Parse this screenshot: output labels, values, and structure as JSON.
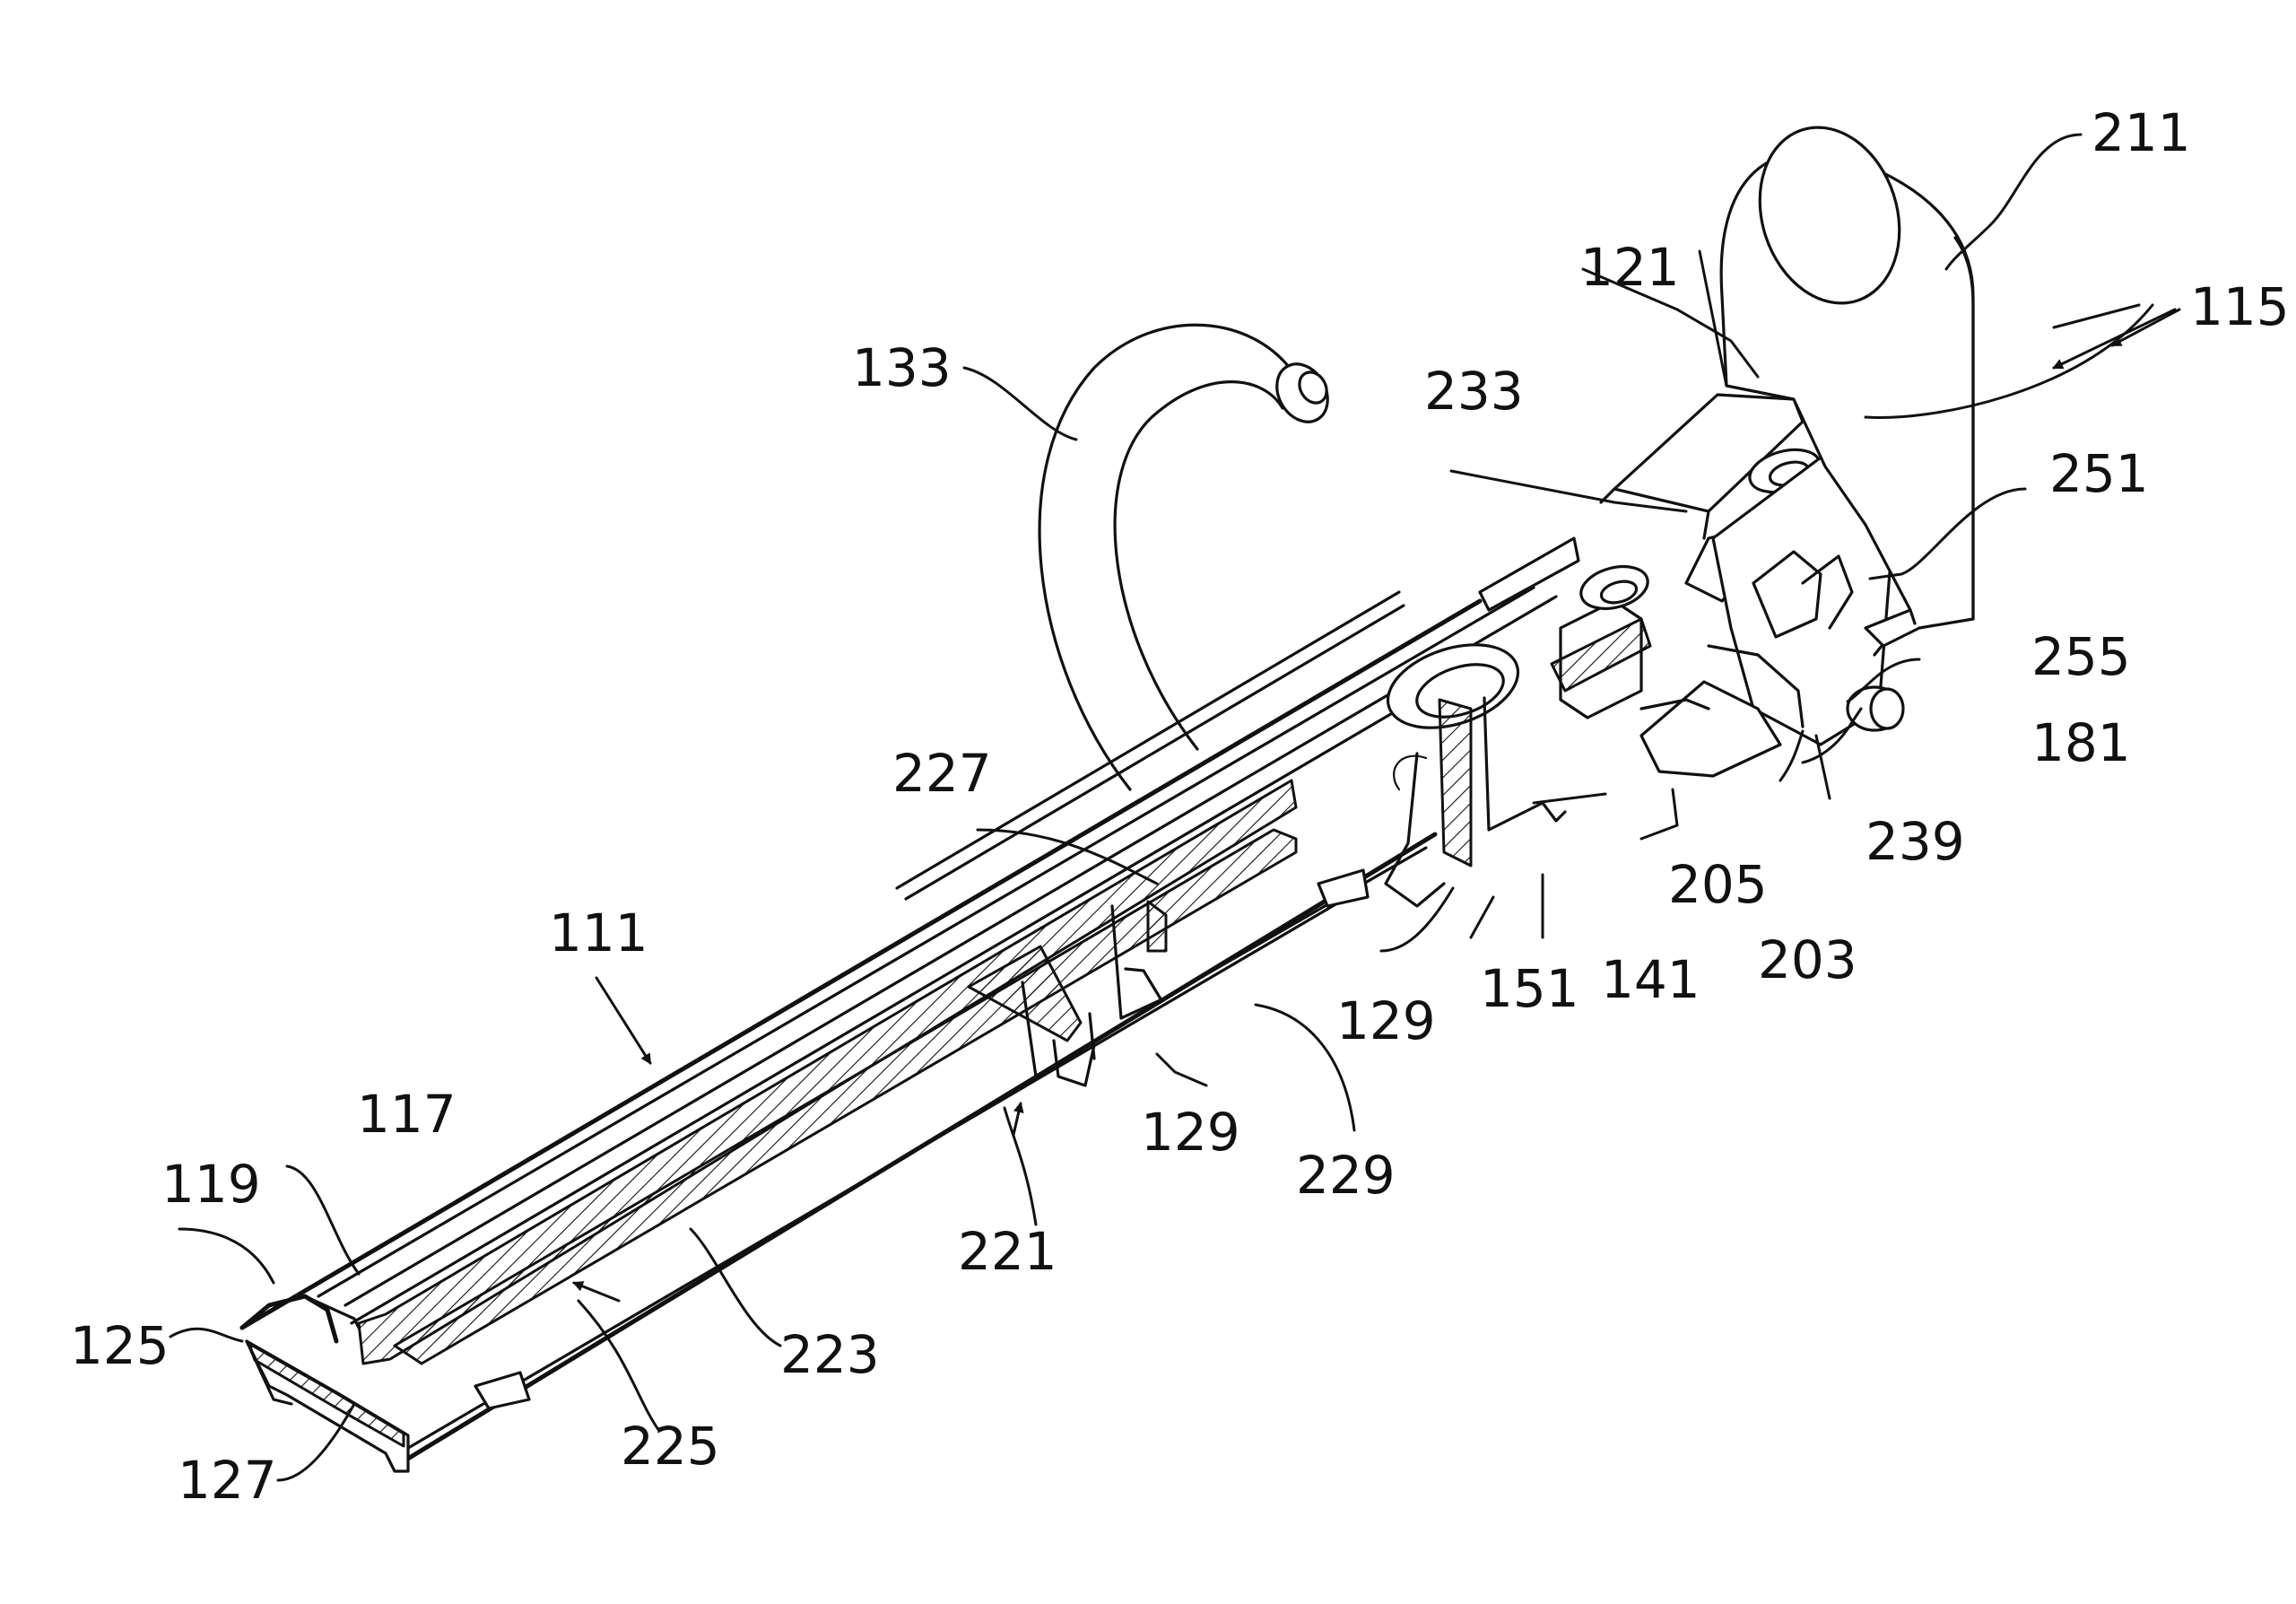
{
  "figure": {
    "reference_labels": [
      {
        "id": "l211",
        "text": "211"
      },
      {
        "id": "l115",
        "text": "115"
      },
      {
        "id": "l121",
        "text": "121"
      },
      {
        "id": "l133",
        "text": "133"
      },
      {
        "id": "l233",
        "text": "233"
      },
      {
        "id": "l251",
        "text": "251"
      },
      {
        "id": "l255",
        "text": "255"
      },
      {
        "id": "l181",
        "text": "181"
      },
      {
        "id": "l239",
        "text": "239"
      },
      {
        "id": "l227",
        "text": "227"
      },
      {
        "id": "l205",
        "text": "205"
      },
      {
        "id": "l203",
        "text": "203"
      },
      {
        "id": "l141",
        "text": "141"
      },
      {
        "id": "l151",
        "text": "151"
      },
      {
        "id": "l129a",
        "text": "129"
      },
      {
        "id": "l111",
        "text": "111"
      },
      {
        "id": "l129b",
        "text": "129"
      },
      {
        "id": "l229",
        "text": "229"
      },
      {
        "id": "l117",
        "text": "117"
      },
      {
        "id": "l119",
        "text": "119"
      },
      {
        "id": "l221",
        "text": "221"
      },
      {
        "id": "l125",
        "text": "125"
      },
      {
        "id": "l223",
        "text": "223"
      },
      {
        "id": "l225",
        "text": "225"
      },
      {
        "id": "l127",
        "text": "127"
      }
    ]
  }
}
